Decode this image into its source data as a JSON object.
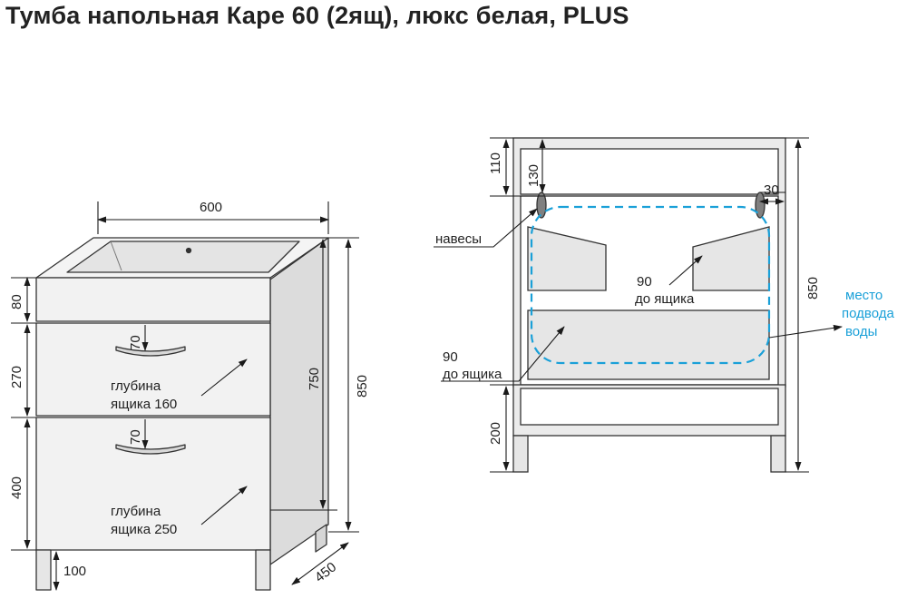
{
  "title": "Тумба напольная Каре 60 (2ящ), люкс белая, PLUS",
  "colors": {
    "outline": "#333333",
    "panel_light": "#f2f2f2",
    "panel_side": "#dcdcdc",
    "panel_shadow": "#c4c4c4",
    "cutout": "#e6e6e6",
    "water_zone": "#1aa0d8",
    "dimension": "#1a1a1a"
  },
  "front_view": {
    "width": "600",
    "height_top": "80",
    "height_drawer1": "270",
    "height_drawer2": "400",
    "height_leg": "100",
    "height_body": "750",
    "height_total": "850",
    "depth": "450",
    "handle_height_1": "70",
    "handle_height_2": "70",
    "drawer1_note_line1": "глубина",
    "drawer1_note_line2": "ящика 160",
    "drawer2_note_line1": "глубина",
    "drawer2_note_line2": "ящика 250"
  },
  "back_view": {
    "dim_top": "110",
    "dim_hinge": "130",
    "dim_right": "30",
    "dim_total": "850",
    "dim_leg": "200",
    "hinges_label": "навесы",
    "cut1_value": "90",
    "cut1_label": "до ящика",
    "cut2_value": "90",
    "cut2_label": "до ящика",
    "water_line1": "место",
    "water_line2": "подвода",
    "water_line3": "воды"
  }
}
